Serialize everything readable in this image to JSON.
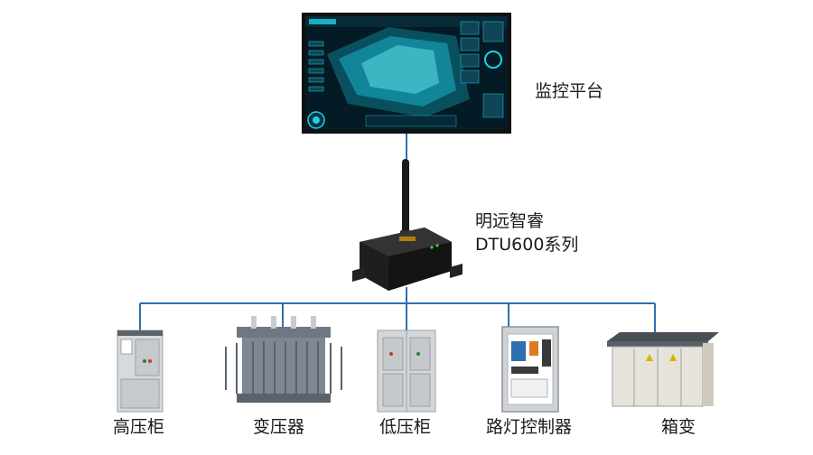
{
  "nodes": {
    "platform": {
      "label": "监控平台"
    },
    "dtu": {
      "label_line1": "明远智睿",
      "label_line2": "DTU600系列"
    },
    "devices": [
      {
        "id": "high-voltage-cabinet",
        "label": "高压柜"
      },
      {
        "id": "transformer",
        "label": "变压器"
      },
      {
        "id": "low-voltage-cabinet",
        "label": "低压柜"
      },
      {
        "id": "street-light-controller",
        "label": "路灯控制器"
      },
      {
        "id": "box-substation",
        "label": "箱变"
      }
    ]
  },
  "colors": {
    "connector": "#2f6fb0",
    "screen_bg": "#041a24",
    "screen_accent": "#1fd0e0",
    "device_gray": "#8d949b",
    "dtu_body": "#1e1e1e"
  }
}
